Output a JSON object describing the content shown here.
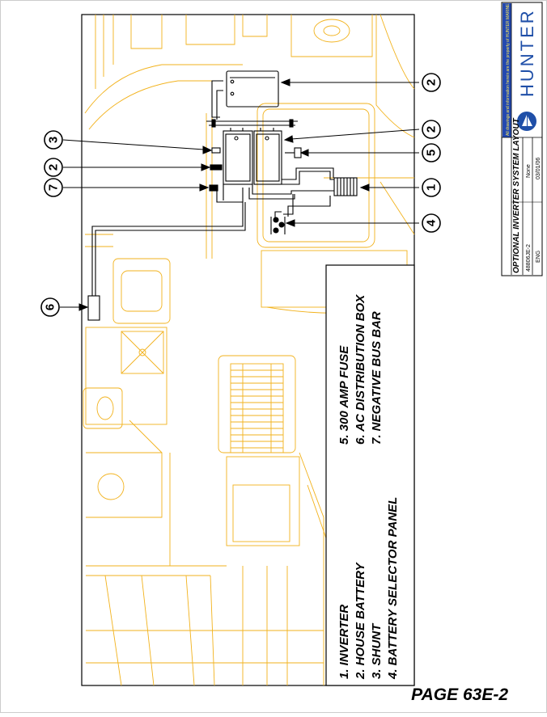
{
  "callouts": [
    "2",
    "3",
    "2",
    "5",
    "7",
    "2",
    "1",
    "4",
    "6"
  ],
  "legend_left": [
    "1. INVERTER",
    "2. HOUSE BATTERY",
    "3. SHUNT",
    "4. BATTERY SELECTOR PANEL"
  ],
  "legend_right": [
    "5. 300 AMP FUSE",
    "6. AC DISTRIBUTION BOX",
    "7. NEGATIVE BUS BAR"
  ],
  "page_label": "PAGE 63E-2",
  "title_block": {
    "title": "OPTIONAL INVERTER SYSTEM LAYOUT",
    "drawing_no": "48806JE-2",
    "scale": "None",
    "dept": "ENG",
    "date": "03/01/06",
    "brand": "HUNTER",
    "disclaimer": "All drawings and information herein are the property of HUNTER MARINE"
  },
  "colors": {
    "background_lines": "#f2b21c",
    "ink": "#000000",
    "logo_blue": "#1f4fa8"
  }
}
